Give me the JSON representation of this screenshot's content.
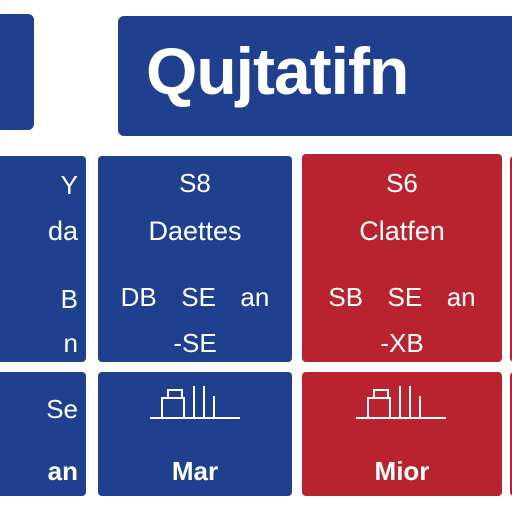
{
  "header": {
    "title": "Qujtatifn"
  },
  "tiles": {
    "col0_top": {
      "line1": "Y",
      "line2": "da",
      "line3": "B",
      "line4": "n"
    },
    "col1_top": {
      "line1": "S8",
      "line2": "Daettes",
      "line3a": "DB",
      "line3b": "SE",
      "line3c": "an",
      "line4": "-SE"
    },
    "col2_top": {
      "line1": "S6",
      "line2": "Clatfen",
      "line3a": "SB",
      "line3b": "SE",
      "line3c": "an",
      "line4": "-XB"
    },
    "col0_bot": {
      "line1": "Se",
      "line2": "an"
    },
    "col1_bot": {
      "line2": "Mar"
    },
    "col2_bot": {
      "line2": "Mior"
    }
  },
  "colors": {
    "blue": "#1f3f8f",
    "red": "#b8232f",
    "text": "#ffffff",
    "background": "#ffffff"
  },
  "icons": {
    "building": "building-chart-icon"
  }
}
